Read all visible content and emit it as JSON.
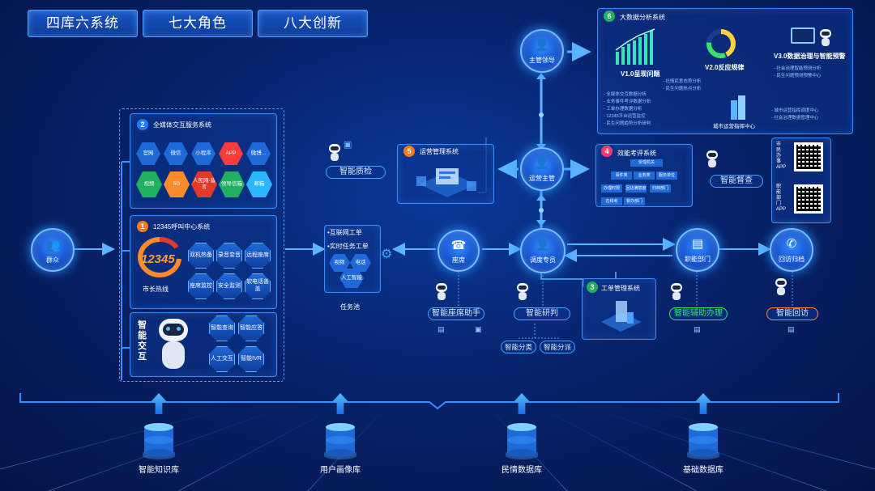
{
  "tabs": [
    "四库六系统",
    "七大角色",
    "八大创新"
  ],
  "left_node": {
    "label": "群众"
  },
  "panel_all_media": {
    "num": "2",
    "title": "全媒体交互服务系统",
    "tiles_row1": [
      "官网",
      "微信",
      "小程序",
      "APP",
      "微博..."
    ],
    "tiles_row2": [
      "视频",
      "5G",
      "人民网-留言",
      "领导信箱",
      "邮箱"
    ]
  },
  "panel_12345": {
    "num": "1",
    "title": "12345呼叫中心系统",
    "logo_text": "12345",
    "caption": "市长热线",
    "items": [
      "双机热备",
      "录音变音",
      "远程座席",
      "座席监控",
      "安全监测",
      "软电话善盖"
    ]
  },
  "panel_smart": {
    "label": "智能交互",
    "items": [
      "智能查询",
      "智能应答",
      "人工交互",
      "智能IVR"
    ]
  },
  "task_pool": {
    "items": [
      "•互联网工单",
      "•实时任务工单"
    ],
    "cells": [
      "视频",
      "电话",
      "人工智能"
    ],
    "label": "任务池"
  },
  "ops_mgmt": {
    "num": "5",
    "title": "运营管理系统"
  },
  "smart_qc": {
    "label": "智能质检"
  },
  "top_node": {
    "label": "主管领导"
  },
  "supervisor": {
    "label": "运营主管"
  },
  "bigdata": {
    "num": "6",
    "title": "大数据分析系统",
    "v1": "V1.0呈现问题",
    "v2": "V2.0反应规律",
    "v3": "V3.0数据治理与智能预警",
    "list_a": [
      "全媒体交互数据分析",
      "业务事件考评数据分析",
      "工单办理数据分析",
      "12345平台运营监控",
      "民生问题趋势分析研判"
    ],
    "list_b": [
      "社情民意态势分析",
      "民生问题热点分析"
    ],
    "list_c": [
      "社会治理智能预测分析",
      "民生问题预测预警中心"
    ],
    "list_d": [
      "城市运营指挥调度中心",
      "社会治理数据管理中心"
    ],
    "city_center": "城市运营指挥中心"
  },
  "perf": {
    "num": "4",
    "title": "效能考评系统",
    "header": "受理机关",
    "cells": [
      "事件类",
      "业务类",
      "服务单位",
      "办理时限",
      "回访满意度",
      "归档部门",
      "在线考",
      "督办部门"
    ]
  },
  "smart_supervise": {
    "label": "智能督查"
  },
  "qr": [
    {
      "label": "市民办事APP"
    },
    {
      "label": "职能部门APP"
    }
  ],
  "flow_nodes": {
    "seat": "座席",
    "dispatch": "调度专员",
    "dept": "职能部门",
    "callback": "回访归档"
  },
  "workorder": {
    "num": "3",
    "title": "工单管理系统"
  },
  "assist": {
    "seat_helper": "智能座席助手",
    "research": "智能研判",
    "classify": "智能分类",
    "dispatch": "智能分派",
    "handle": "智能辅助办理",
    "callback": "智能回访"
  },
  "databases": [
    "智能知识库",
    "用户画像库",
    "民情数据库",
    "基础数据库"
  ],
  "colors": {
    "accent": "#2f8cff",
    "green": "#3be06a",
    "orange": "#ff8a2a",
    "red": "#ff3b3b"
  }
}
